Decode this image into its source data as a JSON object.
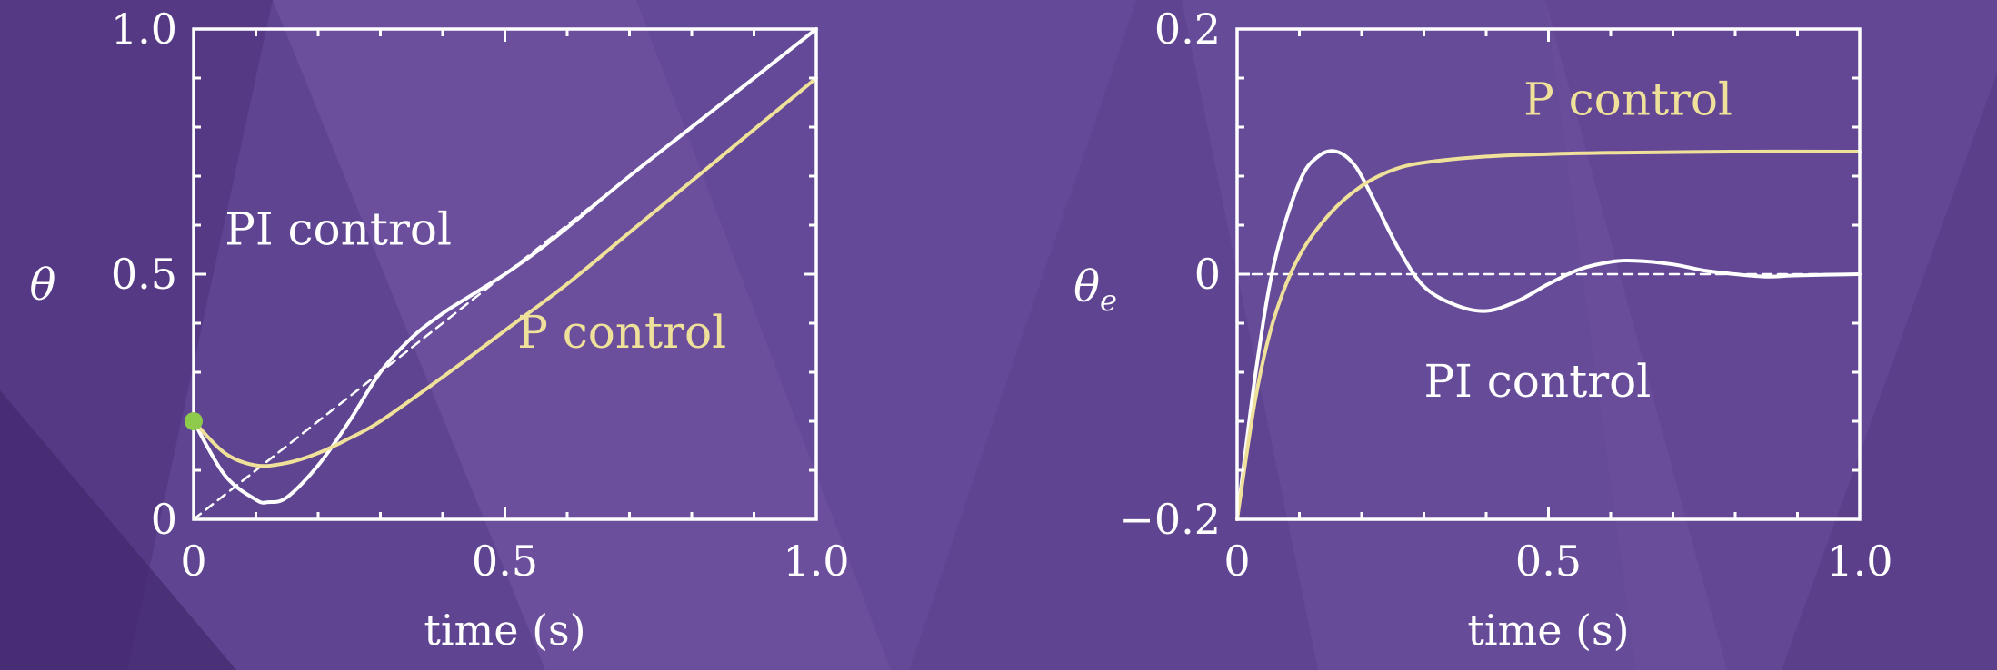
{
  "colors": {
    "background": "#5f4591",
    "pi_curve": "#ffffff",
    "p_curve": "#efe19a",
    "reference": "#ffffff",
    "start_marker": "#8ecb4c",
    "axes": "#ffffff"
  },
  "chart_data": [
    {
      "type": "line",
      "xlabel": "time (s)",
      "ylabel": "θ",
      "xlim": [
        0,
        1.0
      ],
      "ylim": [
        0,
        1.0
      ],
      "xticks": [
        0,
        0.5,
        1.0
      ],
      "xtick_labels": [
        "0",
        "0.5",
        "1.0"
      ],
      "yticks": [
        0,
        0.5,
        1.0
      ],
      "ytick_labels": [
        "0",
        "0.5",
        "1.0"
      ],
      "grid": false,
      "annotations": [
        {
          "text": "PI control",
          "x": 0.05,
          "y": 0.56,
          "color": "#ffffff"
        },
        {
          "text": "P control",
          "x": 0.52,
          "y": 0.35,
          "color": "#efe19a"
        }
      ],
      "start_point": {
        "x": 0,
        "y": 0.2
      },
      "series": [
        {
          "key": "reference",
          "style": "dashed",
          "color": "#ffffff",
          "x": [
            0,
            1.0
          ],
          "y": [
            0,
            1.0
          ]
        },
        {
          "key": "pi",
          "style": "solid",
          "color": "#ffffff",
          "x": [
            0,
            0.05,
            0.1,
            0.12,
            0.15,
            0.2,
            0.25,
            0.3,
            0.35,
            0.4,
            0.45,
            0.5,
            0.55,
            0.6,
            0.7,
            0.8,
            0.9,
            1.0
          ],
          "y": [
            0.2,
            0.09,
            0.04,
            0.035,
            0.045,
            0.11,
            0.2,
            0.3,
            0.37,
            0.42,
            0.46,
            0.5,
            0.545,
            0.595,
            0.7,
            0.8,
            0.9,
            1.0
          ]
        },
        {
          "key": "p",
          "style": "solid",
          "color": "#efe19a",
          "x": [
            0,
            0.05,
            0.1,
            0.15,
            0.2,
            0.25,
            0.3,
            0.4,
            0.5,
            0.6,
            0.7,
            0.8,
            0.9,
            1.0
          ],
          "y": [
            0.2,
            0.135,
            0.11,
            0.115,
            0.135,
            0.165,
            0.2,
            0.29,
            0.385,
            0.48,
            0.585,
            0.69,
            0.795,
            0.9
          ]
        }
      ]
    },
    {
      "type": "line",
      "xlabel": "time (s)",
      "ylabel": "θe",
      "xlim": [
        0,
        1.0
      ],
      "ylim": [
        -0.2,
        0.2
      ],
      "xticks": [
        0,
        0.5,
        1.0
      ],
      "xtick_labels": [
        "0",
        "0.5",
        "1.0"
      ],
      "yticks": [
        -0.2,
        0,
        0.2
      ],
      "ytick_labels": [
        "−0.2",
        "0",
        "0.2"
      ],
      "grid": false,
      "annotations": [
        {
          "text": "P control",
          "x": 0.46,
          "y": 0.13,
          "color": "#efe19a"
        },
        {
          "text": "PI control",
          "x": 0.3,
          "y": -0.1,
          "color": "#ffffff"
        }
      ],
      "series": [
        {
          "key": "reference",
          "style": "dashed",
          "color": "#ffffff",
          "x": [
            0,
            1.0
          ],
          "y": [
            0,
            0
          ]
        },
        {
          "key": "pi",
          "style": "solid",
          "color": "#ffffff",
          "x": [
            0,
            0.03,
            0.06,
            0.1,
            0.13,
            0.16,
            0.19,
            0.22,
            0.26,
            0.3,
            0.35,
            0.4,
            0.45,
            0.5,
            0.55,
            0.6,
            0.64,
            0.7,
            0.75,
            0.8,
            0.85,
            0.9,
            1.0
          ],
          "y": [
            -0.2,
            -0.08,
            0.01,
            0.075,
            0.096,
            0.1,
            0.088,
            0.06,
            0.02,
            -0.01,
            -0.025,
            -0.03,
            -0.022,
            -0.008,
            0.004,
            0.01,
            0.011,
            0.008,
            0.003,
            0.0,
            -0.002,
            -0.001,
            0.0
          ]
        },
        {
          "key": "p",
          "style": "solid",
          "color": "#efe19a",
          "x": [
            0,
            0.03,
            0.06,
            0.1,
            0.15,
            0.2,
            0.25,
            0.3,
            0.4,
            0.5,
            0.6,
            0.8,
            1.0
          ],
          "y": [
            -0.2,
            -0.1,
            -0.035,
            0.015,
            0.05,
            0.072,
            0.085,
            0.091,
            0.096,
            0.098,
            0.099,
            0.1,
            0.1
          ]
        }
      ]
    }
  ]
}
